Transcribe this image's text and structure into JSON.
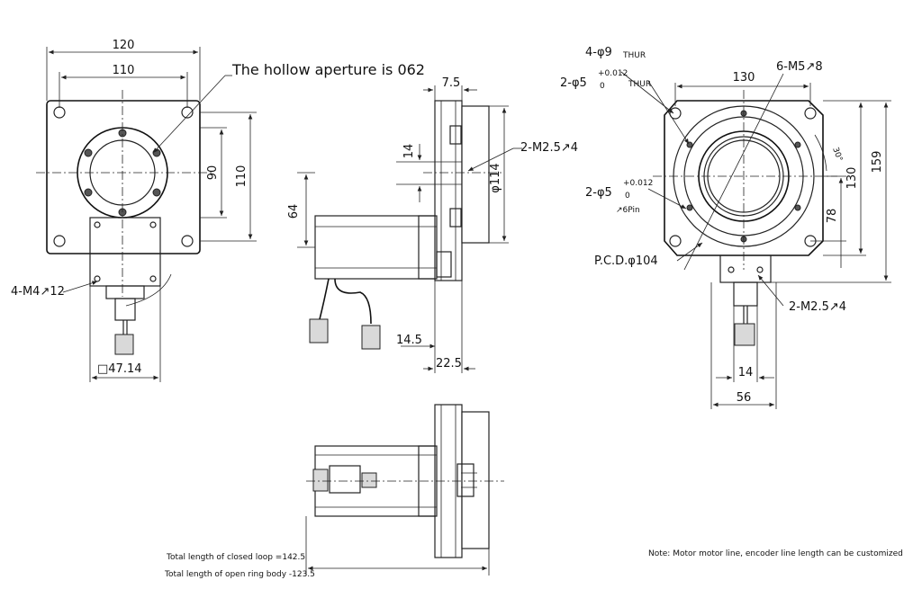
{
  "front_view": {
    "dim_top_outer": "120",
    "dim_top_inner": "110",
    "dim_right_inner": "90",
    "dim_right_outer": "110",
    "aperture_note": "The hollow aperture is 062",
    "thread_note": "4-M4↗12",
    "motor_square": "□47.14"
  },
  "side_view": {
    "dim_top": "7.5",
    "dim_14": "14",
    "dim_64": "64",
    "dim_diameter": "φ114",
    "thread_note": "2-M2.5↗4",
    "dim_14_5": "14.5",
    "dim_22_5": "22.5"
  },
  "rear_view": {
    "hole_thru": "4-φ9",
    "hole_thru_sub": "THUR",
    "pin_hole": "2-φ5",
    "pin_hole_tol_upper": "+0.012",
    "pin_hole_tol_lower": "0",
    "pin_hole_sub": "THUR",
    "dim_130_top": "130",
    "thread_m5": "6-M5↗8",
    "angle": "30°",
    "dim_130_right": "130",
    "dim_159": "159",
    "pin2": "2-φ5",
    "pin2_tol_upper": "+0.012",
    "pin2_tol_lower": "0",
    "pin2_depth": "↗6Pin",
    "dim_78": "78",
    "pcd": "P.C.D.φ104",
    "thread_m25": "2-M2.5↗4",
    "dim_14": "14",
    "dim_56": "56"
  },
  "notes": {
    "closed_loop": "Total length of closed loop =142.5",
    "open_ring": "Total length of open ring body -123.5",
    "customize": "Note: Motor motor line, encoder line length can be customized"
  }
}
